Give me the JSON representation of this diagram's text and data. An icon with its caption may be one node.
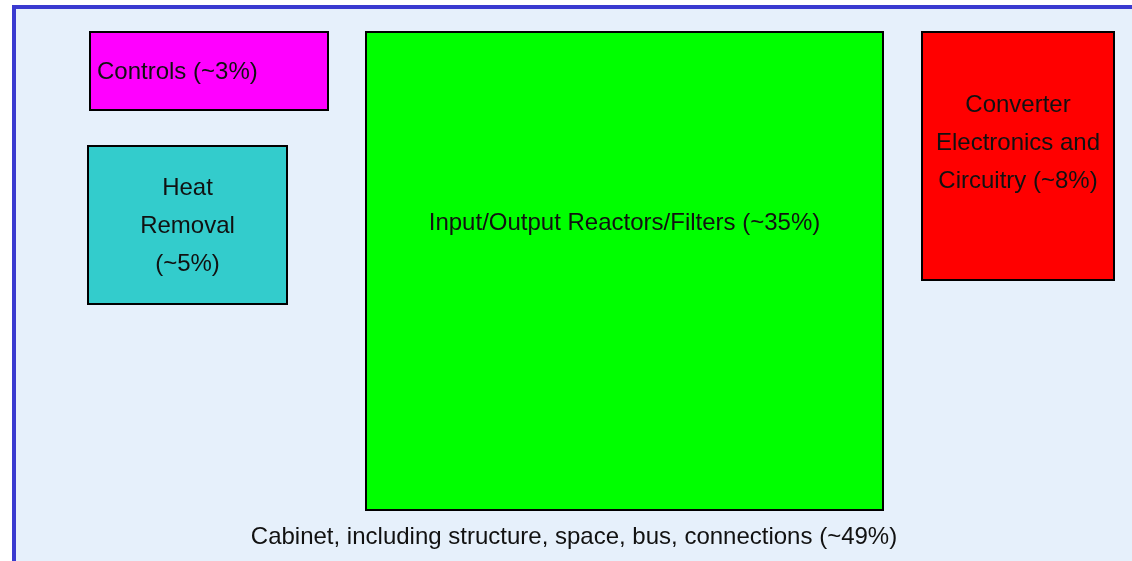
{
  "diagram": {
    "nodes": [
      {
        "text": [
          "Cabinet, including structure, space, bus, connections (~49%)"
        ]
      },
      {
        "text": [
          "Controls (~3%)"
        ],
        "in": 0
      },
      {
        "text": [
          "Heat Removal (~5%)"
        ],
        "in": 0
      },
      {
        "text": [
          "Input/Output Reactors/Filters (~35%)"
        ],
        "in": 0
      },
      {
        "text": [
          "Converter Electronics and Circuitry (~8%)"
        ],
        "in": 0
      }
    ]
  }
}
